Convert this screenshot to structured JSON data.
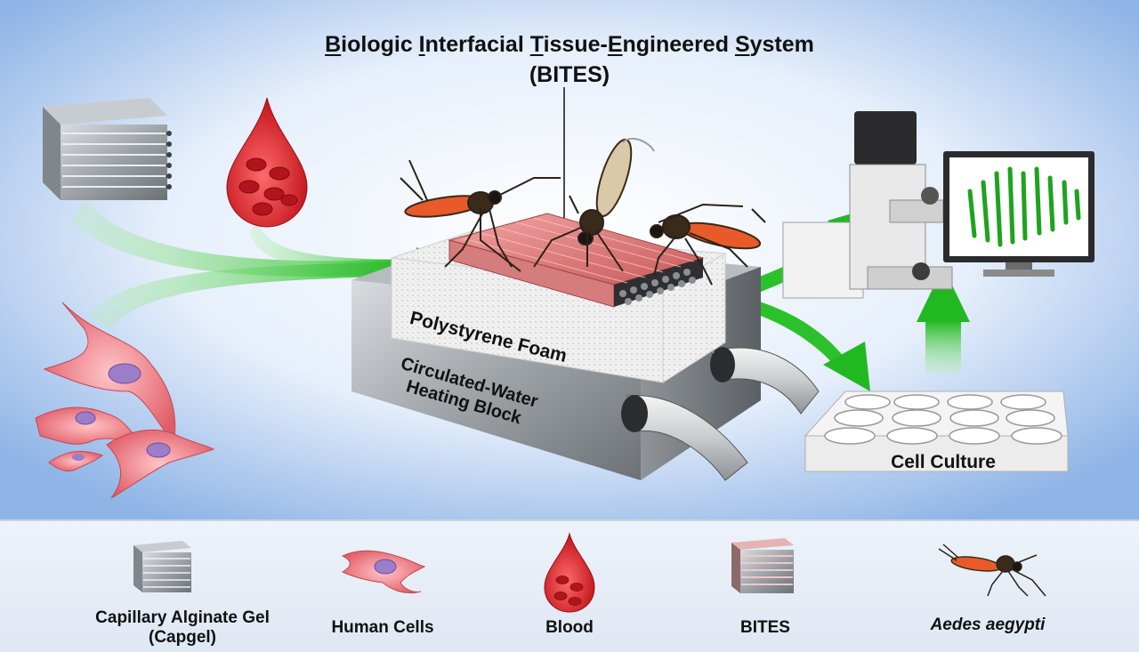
{
  "title": {
    "line1_parts": [
      {
        "u": "B",
        "rest": "iologic "
      },
      {
        "u": "I",
        "rest": "nterfacial "
      },
      {
        "u": "T",
        "rest": "issue-"
      },
      {
        "u": "E",
        "rest": "ngineered "
      },
      {
        "u": "S",
        "rest": "ystem"
      }
    ],
    "line2": "(BITES)"
  },
  "labels": {
    "foam": "Polystyrene Foam",
    "block_line1": "Circulated-Water",
    "block_line2": "Heating Block",
    "cell_culture": "Cell Culture"
  },
  "legend": [
    {
      "line1": "Capillary Alginate Gel",
      "line2": "(Capgel)",
      "icon": "capgel-icon"
    },
    {
      "line1": "Human Cells",
      "line2": "",
      "icon": "human-cell-icon"
    },
    {
      "line1": "Blood",
      "line2": "",
      "icon": "blood-drop-icon"
    },
    {
      "line1": "BITES",
      "line2": "",
      "icon": "bites-icon"
    },
    {
      "line1": "Aedes aegypti",
      "line2": "",
      "icon": "mosquito-icon"
    }
  ],
  "colors": {
    "arrow_green": "#2fbf2f",
    "blood_red": "#e0262c",
    "cell_pink": "#e8707a",
    "background_blue": "#a9c7ef",
    "legend_bg": "#e8eef7"
  }
}
